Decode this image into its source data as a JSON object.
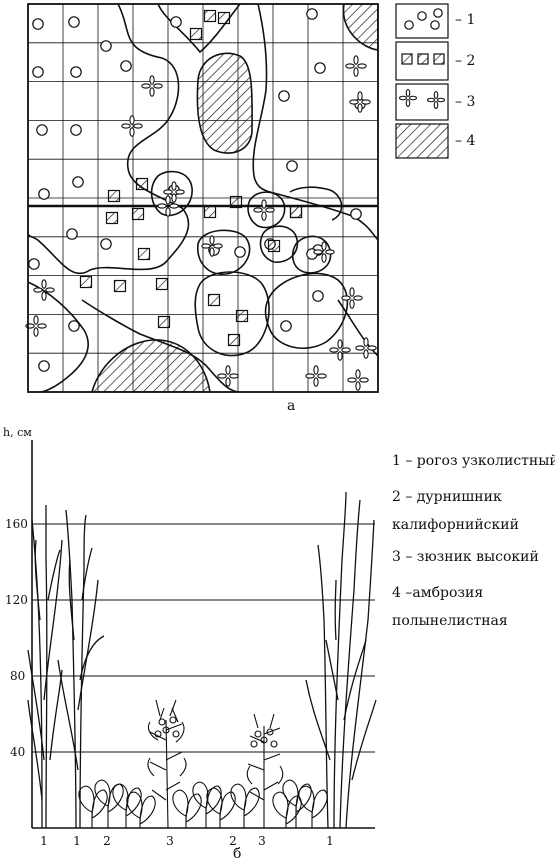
{
  "panel_a": {
    "label": "а",
    "legend": [
      {
        "key": "1",
        "text": "– 1",
        "icon": "circle-symbol"
      },
      {
        "key": "2",
        "text": "– 2",
        "icon": "hatched-square-symbol"
      },
      {
        "key": "3",
        "text": "– 3",
        "icon": "cross-leaf-symbol"
      },
      {
        "key": "4",
        "text": "– 4",
        "icon": "hatched-area-symbol"
      }
    ]
  },
  "panel_b": {
    "label": "б",
    "y_axis_label": "h, см",
    "y_ticks": [
      "160",
      "120",
      "80",
      "40"
    ],
    "x_labels": [
      "1",
      "1",
      "2",
      "3",
      "2",
      "3",
      "1"
    ],
    "species_legend": [
      "1 – рогоз узколистный",
      "2 – дурнишник",
      "калифорнийский",
      "3 – зюзник  высокий",
      "4 –амброзия",
      "полынелистная"
    ]
  }
}
